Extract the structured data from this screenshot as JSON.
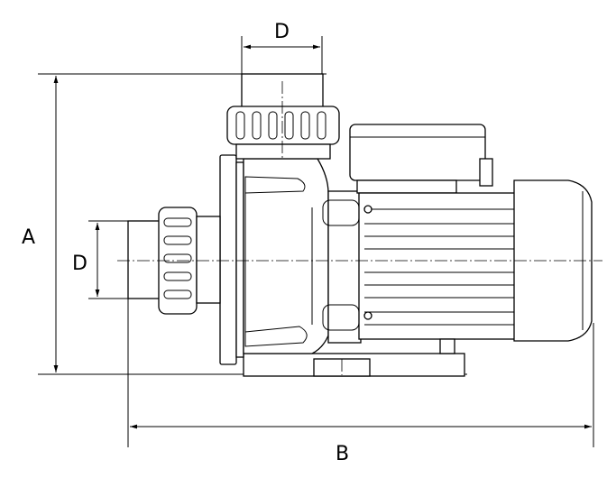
{
  "labels": {
    "dim_A": "A",
    "dim_B": "B",
    "dim_D_top": "D",
    "dim_D_side": "D"
  }
}
